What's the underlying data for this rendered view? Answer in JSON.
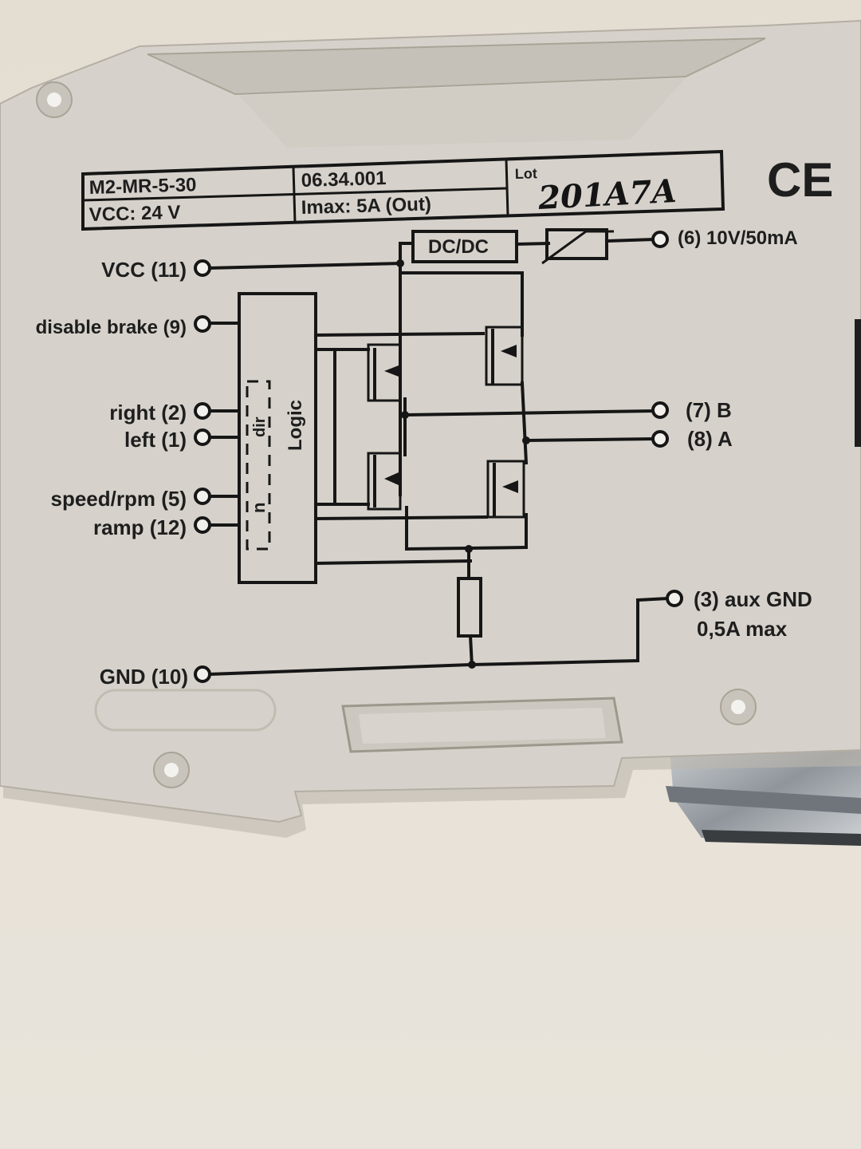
{
  "label_table": {
    "model": "M2-MR-5-30",
    "article_number": "06.34.001",
    "lot_label": "Lot",
    "lot_value": "201A7A",
    "vcc": "VCC: 24 V",
    "imax": "Imax: 5A (Out)"
  },
  "ce_mark": "CE",
  "schematic": {
    "dcdc": "DC/DC",
    "logic": "Logic",
    "dir": "dir",
    "n": "n"
  },
  "terminals": {
    "vcc": "VCC (11)",
    "disable_brake": "disable brake (9)",
    "right": "right (2)",
    "left": "left (1)",
    "speed": "speed/rpm (5)",
    "ramp": "ramp (12)",
    "gnd": "GND (10)",
    "out_10v": "(6) 10V/50mA",
    "out_b": "(7) B",
    "out_a": "(8) A",
    "aux_gnd": "(3) aux GND",
    "aux_gnd_max": "0,5A max"
  },
  "colors": {
    "housing": "#d6d2cb",
    "ink": "#161616",
    "background": "#e6e0d6",
    "rail": "#a9adb2"
  }
}
